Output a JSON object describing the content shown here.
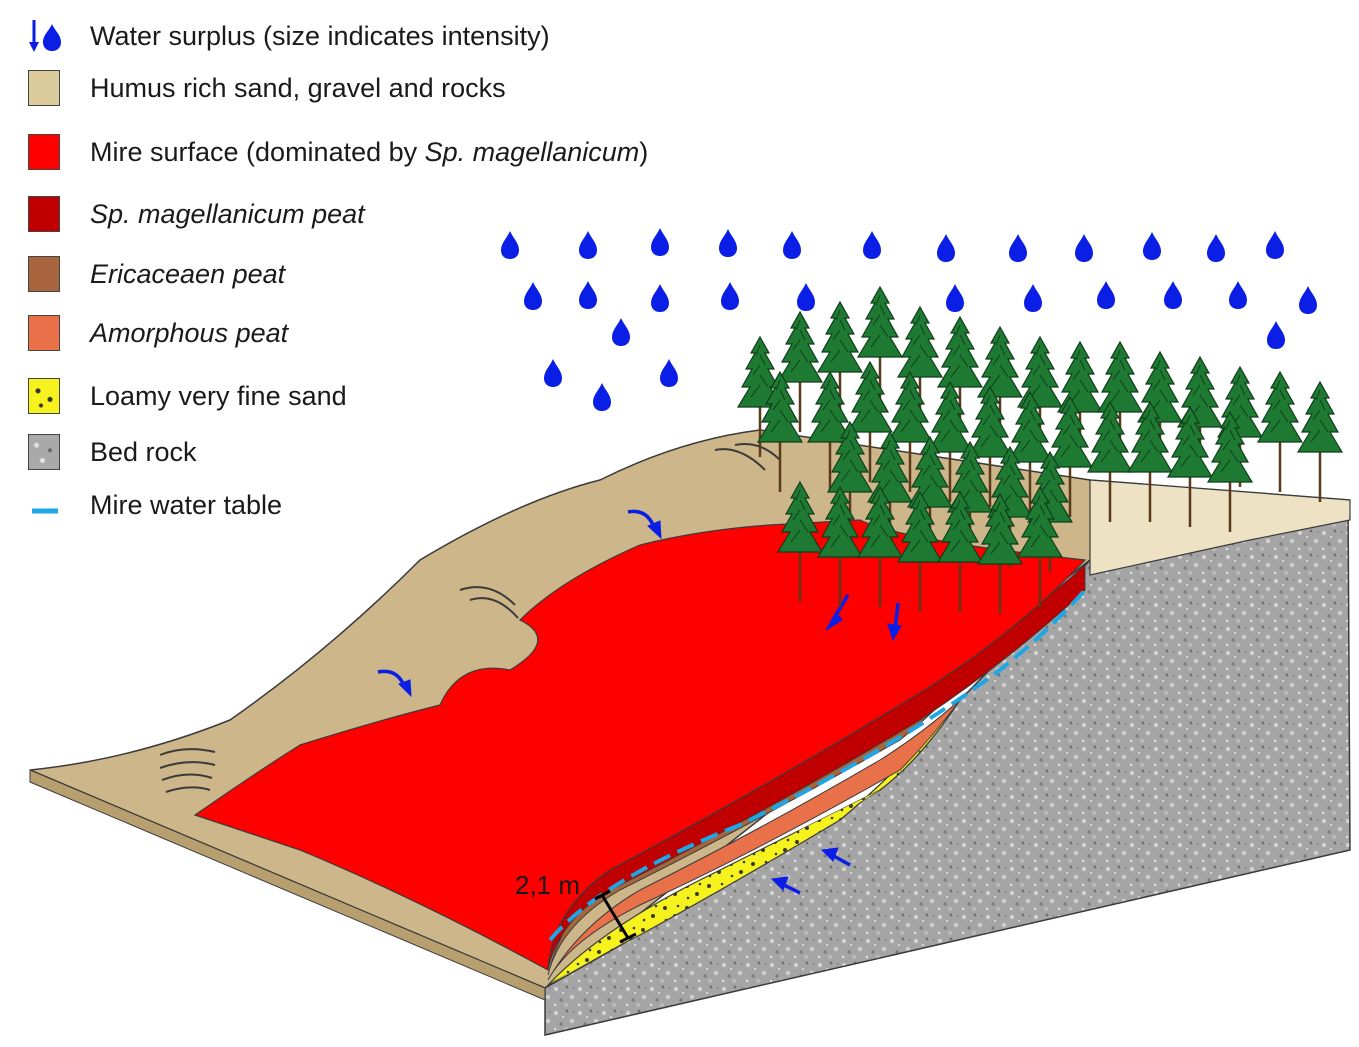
{
  "legend": {
    "items": [
      {
        "key": "water_surplus",
        "label": "Water surplus (size indicates intensity)",
        "symbol": "arrow-drop-icon",
        "color": "#0a1ee6"
      },
      {
        "key": "humus",
        "label": "Humus rich sand, gravel and rocks",
        "color": "#dccb9a"
      },
      {
        "key": "mire_surface",
        "label_pre": "Mire surface (dominated by ",
        "label_italic": "Sp. magellanicum",
        "label_post": ")",
        "color": "#ff0000"
      },
      {
        "key": "sp_peat",
        "label_italic": "Sp. magellanicum peat",
        "color": "#c00000"
      },
      {
        "key": "ericaceaen",
        "label_italic": "Ericaceaen peat",
        "color": "#a8643c"
      },
      {
        "key": "amorphous",
        "label_italic": "Amorphous peat",
        "color": "#e8714a"
      },
      {
        "key": "loamy",
        "label": "Loamy very fine sand",
        "color": "#f5f21e"
      },
      {
        "key": "bedrock",
        "label": "Bed rock",
        "color": "#a9a9a9"
      },
      {
        "key": "water_table",
        "label": "Mire water table",
        "symbol": "dash-icon",
        "color": "#1ea6e6"
      }
    ]
  },
  "annotations": {
    "thickness": "2,1 m"
  },
  "colors": {
    "ground_top": "#cdb78a",
    "ground_side": "#e4d9b8",
    "forest": "#1e7a32",
    "trunk": "#5a3a1a",
    "drop": "#0a1ee6"
  }
}
